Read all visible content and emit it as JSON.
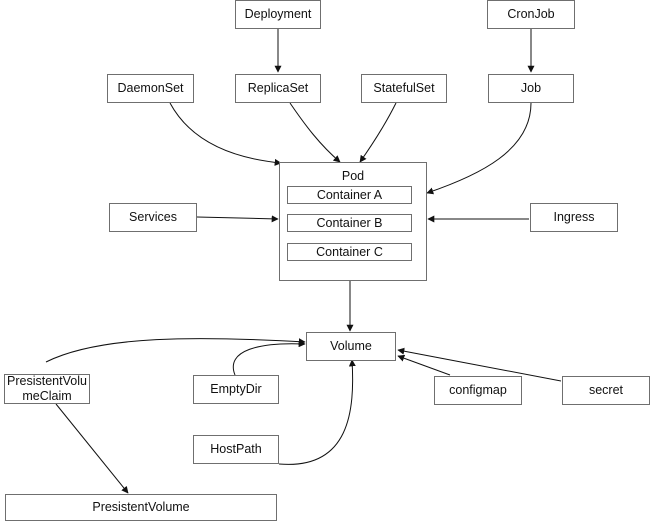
{
  "nodes": {
    "deployment": "Deployment",
    "cronjob": "CronJob",
    "daemonset": "DaemonSet",
    "replicaset": "ReplicaSet",
    "statefulset": "StatefulSet",
    "job": "Job",
    "pod": "Pod",
    "container_a": "Container A",
    "container_b": "Container B",
    "container_c": "Container C",
    "services": "Services",
    "ingress": "Ingress",
    "volume": "Volume",
    "pvc_line1": "PresistentVolu",
    "pvc_line2": "meClaim",
    "emptydir": "EmptyDir",
    "configmap": "configmap",
    "secret": "secret",
    "hostpath": "HostPath",
    "pv": "PresistentVolume"
  }
}
